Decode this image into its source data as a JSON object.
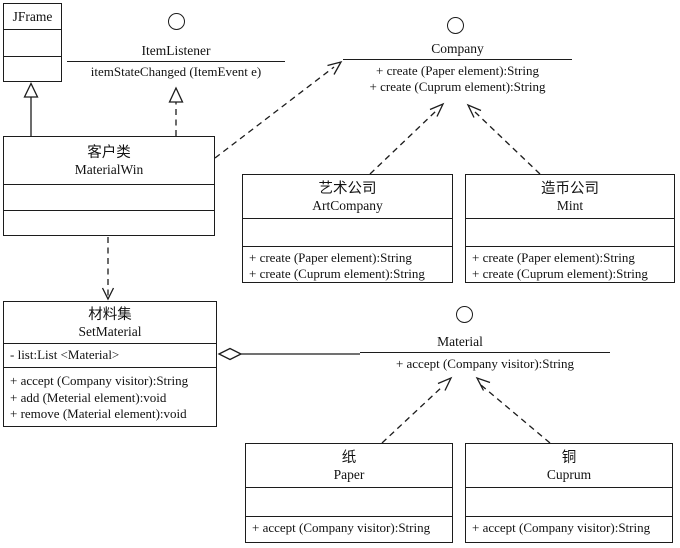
{
  "diagram": {
    "classes": {
      "jframe": {
        "name": "JFrame"
      },
      "material_win": {
        "name_cn": "客户类",
        "name_en": "MaterialWin"
      },
      "art_company": {
        "name_cn": "艺术公司",
        "name_en": "ArtCompany",
        "methods": [
          "+ create (Paper element):String",
          "+ create (Cuprum element):String"
        ]
      },
      "mint": {
        "name_cn": "造币公司",
        "name_en": "Mint",
        "methods": [
          "+ create (Paper element):String",
          "+ create (Cuprum element):String"
        ]
      },
      "set_material": {
        "name_cn": "材料集",
        "name_en": "SetMaterial",
        "attributes": [
          "- list:List <Material>"
        ],
        "methods": [
          "+ accept (Company visitor):String",
          "+ add (Meterial element):void",
          "+ remove (Material element):void"
        ]
      },
      "paper": {
        "name_cn": "纸",
        "name_en": "Paper",
        "methods": [
          "+ accept (Company visitor):String"
        ]
      },
      "cuprum": {
        "name_cn": "铜",
        "name_en": "Cuprum",
        "methods": [
          "+ accept (Company visitor):String"
        ]
      }
    },
    "interfaces": {
      "item_listener": {
        "name": "ItemListener",
        "methods": [
          "itemStateChanged (ItemEvent e)"
        ]
      },
      "company": {
        "name": "Company",
        "methods": [
          "+ create (Paper element):String",
          "+ create (Cuprum element):String"
        ]
      },
      "material": {
        "name": "Material",
        "methods": [
          "+ accept (Company visitor):String"
        ]
      }
    },
    "relationships": [
      {
        "from": "MaterialWin",
        "to": "JFrame",
        "type": "generalization"
      },
      {
        "from": "MaterialWin",
        "to": "ItemListener",
        "type": "realization"
      },
      {
        "from": "MaterialWin",
        "to": "Company",
        "type": "dependency"
      },
      {
        "from": "ArtCompany",
        "to": "Company",
        "type": "realization"
      },
      {
        "from": "Mint",
        "to": "Company",
        "type": "realization"
      },
      {
        "from": "MaterialWin",
        "to": "SetMaterial",
        "type": "dependency"
      },
      {
        "from": "SetMaterial",
        "to": "Material",
        "type": "aggregation"
      },
      {
        "from": "Paper",
        "to": "Material",
        "type": "realization"
      },
      {
        "from": "Cuprum",
        "to": "Material",
        "type": "realization"
      }
    ]
  }
}
